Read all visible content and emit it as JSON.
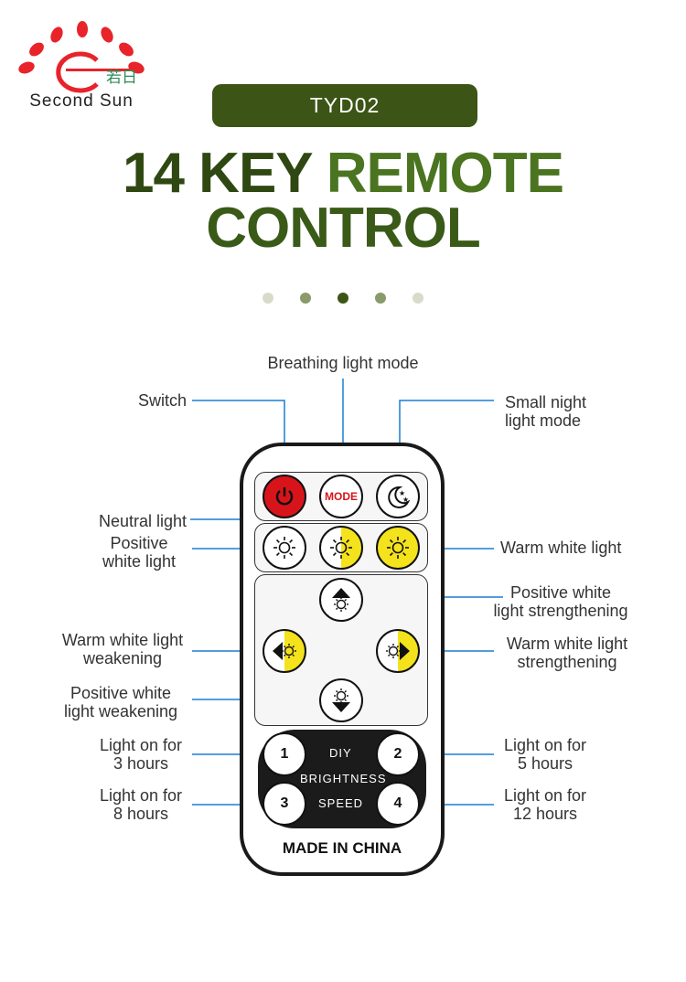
{
  "logo": {
    "brand_name": "Second Sun",
    "brand_cn": "若日",
    "colors": {
      "petals": "#e8232a"
    }
  },
  "badge": {
    "model": "TYD02"
  },
  "headline": {
    "word1": "14 KEY",
    "word2": "REMOTE",
    "line2": "CONTROL"
  },
  "remote": {
    "mode_label": "MODE",
    "keys": [
      "1",
      "2",
      "3",
      "4"
    ],
    "diy": "DIY",
    "brightness": "BRIGHTNESS",
    "speed": "SPEED",
    "made_in": "MADE IN CHINA"
  },
  "labels": {
    "breathing": "Breathing light mode",
    "switch": "Switch",
    "night_1": "Small night",
    "night_2": "light mode",
    "neutral": "Neutral light",
    "pos_white_1": "Positive",
    "pos_white_2": "white light",
    "warm_white": "Warm white light",
    "pos_strength_1": "Positive white",
    "pos_strength_2": "light strengthening",
    "warm_weak_1": "Warm white light",
    "warm_weak_2": "weakening",
    "warm_strength_1": "Warm white light",
    "warm_strength_2": "strengthening",
    "pos_weak_1": "Positive white",
    "pos_weak_2": "light weakening",
    "on3_1": "Light on for",
    "on3_2": "3 hours",
    "on5_1": "Light on for",
    "on5_2": "5 hours",
    "on8_1": "Light on for",
    "on8_2": "8 hours",
    "on12_1": "Light on for",
    "on12_2": "12 hours"
  },
  "icons": [
    "power-icon",
    "moon-stars-icon",
    "sun-icon"
  ]
}
